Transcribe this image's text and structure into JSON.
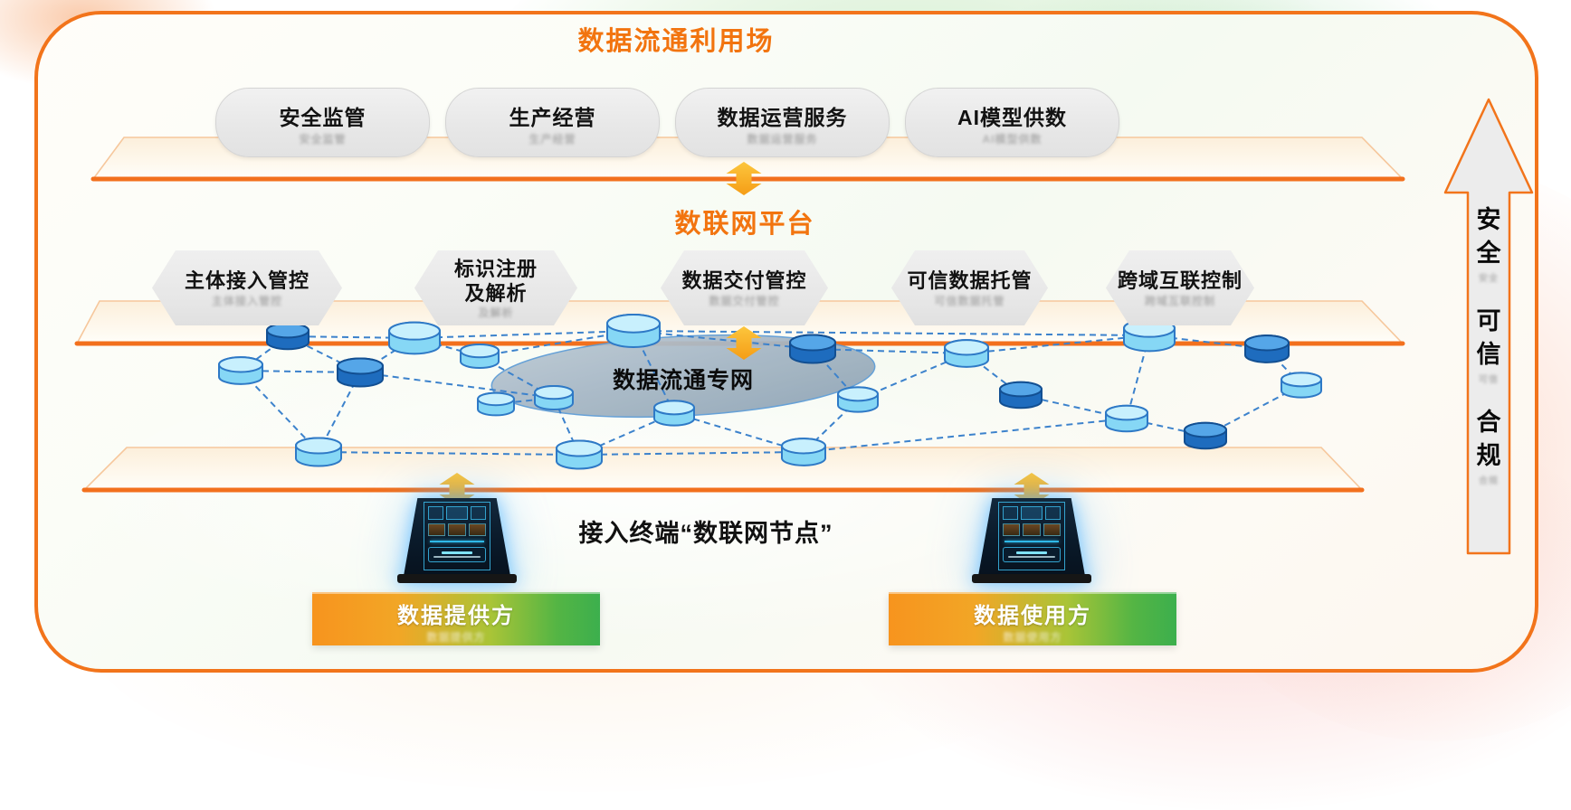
{
  "header": {
    "title": "数据流通利用场"
  },
  "scenario_pills": [
    "安全监管",
    "生产经营",
    "数据运营服务",
    "AI模型供数"
  ],
  "platform": {
    "title": "数联网平台",
    "hexagons": [
      {
        "lines": [
          "主体接入管控"
        ]
      },
      {
        "lines": [
          "标识注册",
          "及解析"
        ]
      },
      {
        "lines": [
          "数据交付管控"
        ]
      },
      {
        "lines": [
          "可信数据托管"
        ]
      },
      {
        "lines": [
          "跨域互联控制"
        ]
      }
    ]
  },
  "network": {
    "label": "数据流通专网",
    "nodes": [
      [
        318,
        372,
        46,
        "dark"
      ],
      [
        458,
        374,
        56,
        "light"
      ],
      [
        266,
        410,
        48,
        "light"
      ],
      [
        398,
        412,
        50,
        "dark"
      ],
      [
        530,
        394,
        42,
        "light"
      ],
      [
        352,
        500,
        50,
        "light"
      ],
      [
        640,
        503,
        50,
        "light"
      ],
      [
        700,
        366,
        58,
        "light"
      ],
      [
        898,
        386,
        50,
        "dark"
      ],
      [
        1068,
        391,
        48,
        "light"
      ],
      [
        948,
        442,
        44,
        "light"
      ],
      [
        1128,
        437,
        46,
        "dark"
      ],
      [
        888,
        500,
        48,
        "light"
      ],
      [
        1270,
        371,
        56,
        "light"
      ],
      [
        1400,
        386,
        48,
        "dark"
      ],
      [
        1332,
        482,
        46,
        "dark"
      ],
      [
        1245,
        463,
        46,
        "light"
      ],
      [
        612,
        440,
        42,
        "light"
      ],
      [
        548,
        447,
        40,
        "light"
      ],
      [
        745,
        457,
        44,
        "light"
      ],
      [
        1438,
        426,
        44,
        "light"
      ]
    ],
    "links": [
      [
        0,
        1
      ],
      [
        0,
        2
      ],
      [
        0,
        3
      ],
      [
        1,
        3
      ],
      [
        1,
        4
      ],
      [
        1,
        7
      ],
      [
        2,
        3
      ],
      [
        2,
        5
      ],
      [
        3,
        5
      ],
      [
        3,
        17
      ],
      [
        4,
        7
      ],
      [
        4,
        17
      ],
      [
        5,
        6
      ],
      [
        17,
        6
      ],
      [
        17,
        18
      ],
      [
        6,
        19
      ],
      [
        7,
        19
      ],
      [
        7,
        8
      ],
      [
        7,
        13
      ],
      [
        8,
        9
      ],
      [
        8,
        10
      ],
      [
        9,
        13
      ],
      [
        9,
        11
      ],
      [
        9,
        10
      ],
      [
        10,
        12
      ],
      [
        12,
        19
      ],
      [
        11,
        16
      ],
      [
        13,
        14
      ],
      [
        13,
        16
      ],
      [
        14,
        20
      ],
      [
        15,
        16
      ],
      [
        15,
        20
      ],
      [
        16,
        12
      ],
      [
        6,
        12
      ]
    ]
  },
  "terminal": {
    "label": "接入终端“数联网节点”"
  },
  "banners": [
    {
      "label": "数据提供方"
    },
    {
      "label": "数据使用方"
    }
  ],
  "side_arrow": {
    "groups": [
      "安全",
      "可信",
      "合规"
    ]
  },
  "colors": {
    "accent_orange": "#f2741b",
    "platform_bottom": "#f2701d",
    "arrow_yellow_top": "#fcc63d",
    "arrow_yellow_bottom": "#f59d16",
    "banner_gradient_start": "#f7941e",
    "banner_gradient_end": "#3caf4d",
    "node_light_body": "#86d7f5",
    "node_light_top": "#c8f0fd",
    "node_light_stroke": "#2e79c6",
    "node_dark_body": "#1e6cbe",
    "node_dark_top": "#55a6e8",
    "node_dark_stroke": "#124f92",
    "link_blue": "#3c82cc",
    "ellipse_fill": "#9fb2c1",
    "ellipse_stroke": "#5b9bd5"
  }
}
